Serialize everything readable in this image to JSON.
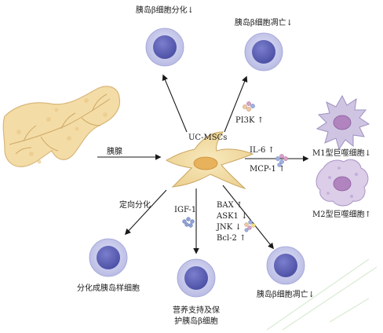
{
  "center": {
    "label": "UC-MSCs"
  },
  "pancreas": {
    "label": "胰腺"
  },
  "outcomes": {
    "top_left": "胰岛β细胞分化↓",
    "top_right": "胰岛β细胞凋亡↓",
    "bottom_left": "分化成胰岛样细胞",
    "bottom_mid_line1": "营养支持及保",
    "bottom_mid_line2": "护胰岛β细胞",
    "bottom_right": "胰岛β细胞凋亡↓"
  },
  "macrophages": {
    "m1": "M1型巨噬细胞↓",
    "m2": "M2型巨噬细胞↑"
  },
  "pathways": {
    "pi3k": "PI3K ↑",
    "il6": "IL-6 ↑",
    "mcp1": "MCP-1 ↑",
    "directed": "定向分化",
    "igf1": "IGF-1",
    "bax": "BAX ↑",
    "ask1": "ASK1 ↓",
    "jnk": "JNK ↓",
    "bcl2": "Bcl-2 ↑"
  },
  "colors": {
    "cell_ring": "#cfd0ee",
    "cell_nucleus": "#5d60b4",
    "msc_body": "#f3dfa6",
    "msc_nucleus": "#e7b25b",
    "pancreas": "#f4dca6",
    "m1_body": "#cfc5e2",
    "m2_body": "#dccde8",
    "macro_nucleus": "#b183bf"
  }
}
